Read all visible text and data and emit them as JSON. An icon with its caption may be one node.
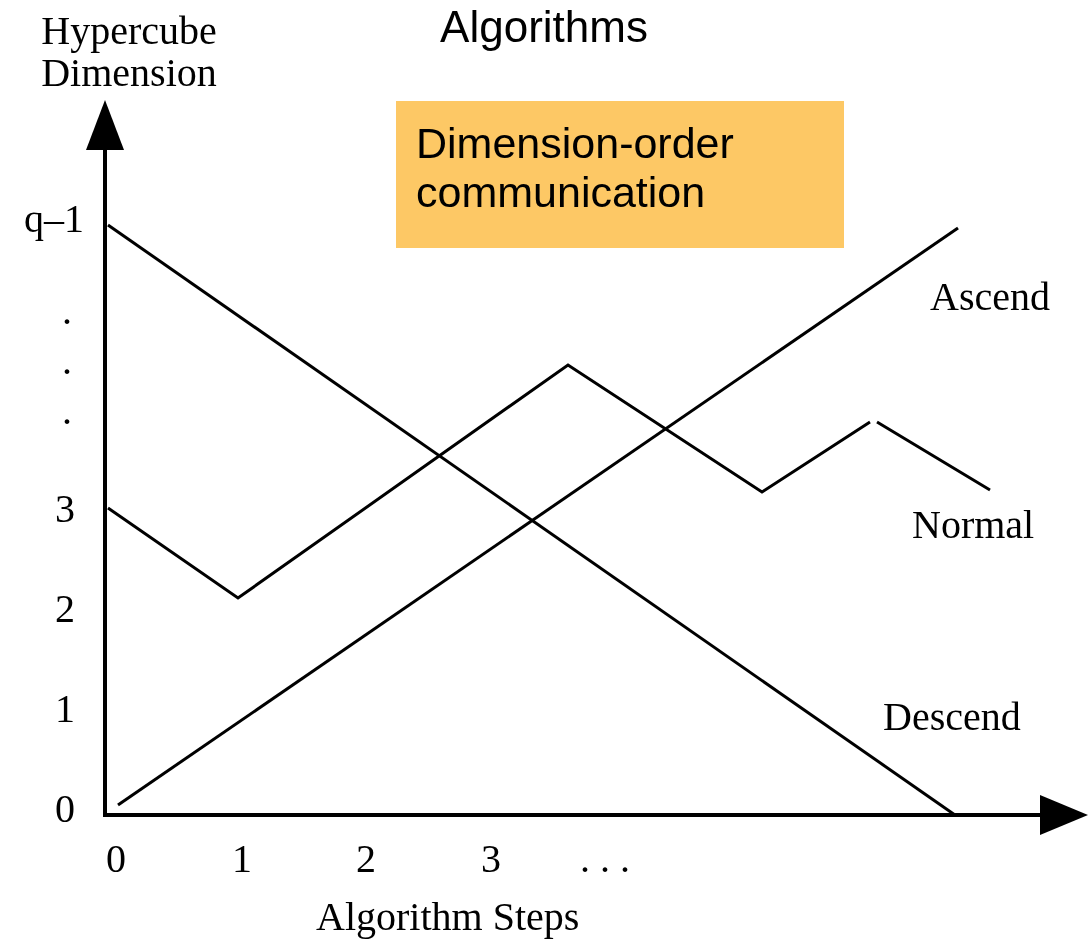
{
  "diagram": {
    "title": "Algorithms",
    "nodes": [
      {
        "text": [
          "Dimension-order communication"
        ]
      }
    ],
    "labels": [
      "Hypercube Dimension",
      "q–1",
      ".",
      ".",
      ".",
      "3",
      "2",
      "1",
      "0",
      "0",
      "1",
      "2",
      "3",
      ". . .",
      "Algorithm Steps",
      "Ascend",
      "Normal",
      "Descend"
    ]
  }
}
